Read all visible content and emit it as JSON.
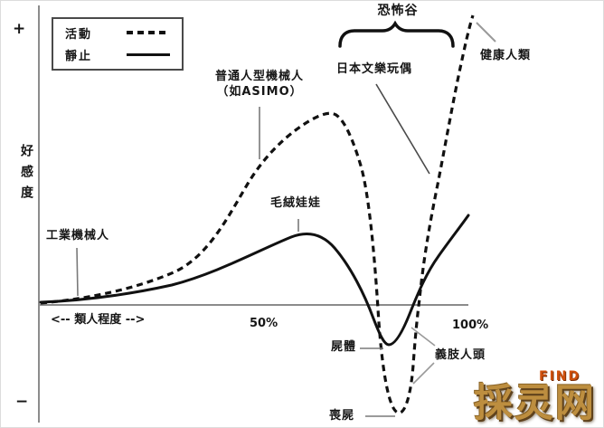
{
  "chart_data": {
    "type": "line",
    "title": "恐怖谷",
    "xlabel": "類人程度",
    "ylabel": "好感度",
    "x_axis": {
      "arrow_label": "<-- 類人程度 -->",
      "tick_labels": [
        "50%",
        "100%"
      ],
      "range_pct": [
        0,
        100
      ]
    },
    "y_axis": {
      "top_label": "+",
      "bottom_label": "−",
      "label": "好感度"
    },
    "legend_position": "top-left",
    "grid": false,
    "series": [
      {
        "name": "活動",
        "style": "dashed",
        "x_pct": [
          0,
          12,
          23,
          33,
          39,
          49,
          58,
          63,
          69,
          75,
          78,
          79,
          81,
          84,
          87,
          88,
          90,
          93,
          96,
          98,
          101
        ],
        "y_affinity": [
          0.0,
          0.03,
          0.07,
          0.13,
          0.19,
          0.45,
          0.6,
          0.65,
          0.68,
          0.5,
          0.26,
          -0.01,
          -0.24,
          -0.39,
          -0.34,
          -0.07,
          0.12,
          0.43,
          0.67,
          0.85,
          1.04
        ]
      },
      {
        "name": "靜止",
        "style": "solid",
        "x_pct": [
          0,
          12,
          23,
          33,
          44,
          54,
          61,
          67,
          72,
          76,
          81,
          85,
          87,
          91,
          95,
          100
        ],
        "y_affinity": [
          0.01,
          0.02,
          0.04,
          0.09,
          0.16,
          0.23,
          0.25,
          0.23,
          0.15,
          0.02,
          -0.14,
          -0.08,
          0.0,
          0.11,
          0.22,
          0.33
        ]
      }
    ],
    "annotations": [
      {
        "label": "工業機械人",
        "x_pct": 9,
        "series": "both"
      },
      {
        "label": "普通人型機械人（如ASIMO）",
        "x_pct": 51,
        "series": "活動"
      },
      {
        "label": "毛絨娃娃",
        "x_pct": 61,
        "series": "靜止"
      },
      {
        "label": "恐怖谷",
        "x_pct_range": [
          70,
          96
        ],
        "kind": "brace-region"
      },
      {
        "label": "日本文樂玩偶",
        "x_pct": 91,
        "series": "活動"
      },
      {
        "label": "健康人類",
        "x_pct": 100,
        "series": "活動"
      },
      {
        "label": "屍體",
        "x_pct": 81,
        "series": "靜止",
        "position": "valley-bottom"
      },
      {
        "label": "喪屍",
        "x_pct": 84,
        "series": "活動",
        "position": "valley-bottom"
      },
      {
        "label": "義肢人頭",
        "x_pct": 88,
        "series": "活動"
      }
    ]
  },
  "legend": {
    "items": [
      {
        "label": "活動",
        "style": "dashed"
      },
      {
        "label": "靜止",
        "style": "solid"
      }
    ]
  },
  "axis": {
    "plus": "+",
    "minus": "−",
    "ylabel": "好感度",
    "xlabel_arrow": "<-- 類人程度 -->",
    "tick_50": "50%",
    "tick_100": "100%"
  },
  "labels": {
    "title": "恐怖谷",
    "industrial_robot": "工業機械人",
    "humanoid_robot_line1": "普通人型機械人",
    "humanoid_robot_line2": "（如ASIMO）",
    "stuffed_animal": "毛絨娃娃",
    "bunraku_puppet": "日本文樂玩偶",
    "healthy_human": "健康人類",
    "corpse": "屍體",
    "prosthetic_head": "義肢人頭",
    "zombie": "喪屍"
  },
  "watermark": {
    "find": "FIND",
    "site": "採灵网"
  },
  "colors": {
    "curve": "#111111",
    "axis": "#8c8c8c",
    "pointer_gray": "#9a9a9a",
    "pointer_dark": "#4a4a4a",
    "watermark_gold": "#bd8e3f",
    "watermark_find": "#cf500d"
  }
}
